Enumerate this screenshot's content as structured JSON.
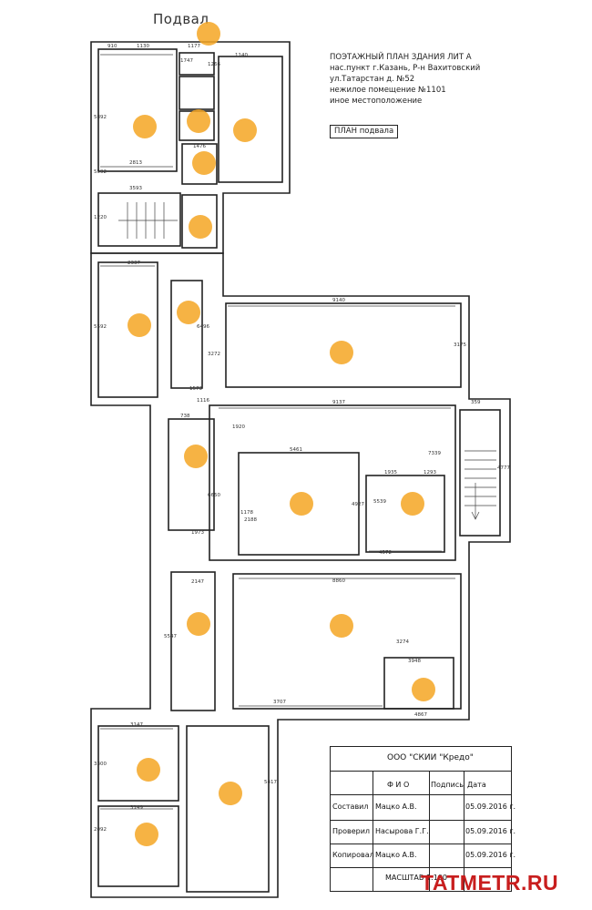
{
  "title": "Подвал",
  "header_block": {
    "lines": [
      "ПОЭТАЖНЫЙ ПЛАН ЗДАНИЯ ЛИТ А",
      "нас.пункт г.Казань, Р-н Вахитовский",
      "ул.Татарстан д. №52",
      "нежилое помещение №1101",
      "иное местоположение"
    ],
    "plan_label": "ПЛАН подвала"
  },
  "stamp": {
    "org": "ООО \"СКИИ \"Кредо\"",
    "col_fio": "Ф И О",
    "col_sign": "Подпись",
    "col_date": "Дата",
    "rows": [
      {
        "role": "Составил",
        "name": "Мацко А.В.",
        "date": "05.09.2016 г."
      },
      {
        "role": "Проверил",
        "name": "Насырова Г.Г.",
        "date": "05.09.2016 г."
      },
      {
        "role": "Копировал",
        "name": "Мацко А.В.",
        "date": "05.09.2016 г."
      }
    ],
    "scale": "МАСШТАБ 1:100"
  },
  "watermark": "TATMETR.RU",
  "dimensions": [
    "910",
    "1130",
    "1177",
    "1140",
    "1747",
    "1266",
    "5892",
    "5592",
    "2813",
    "1476",
    "3593",
    "1220",
    "2337",
    "5592",
    "9140",
    "3175",
    "9137",
    "1116",
    "1920",
    "359",
    "7339",
    "4777",
    "5461",
    "1935",
    "1293",
    "4927",
    "5539",
    "2188",
    "4572",
    "1178",
    "1973",
    "2147",
    "8860",
    "5547",
    "3274",
    "3948",
    "3707",
    "4867",
    "3147",
    "3149",
    "5417",
    "3300",
    "2092",
    "6650",
    "6496",
    "3272",
    "1573",
    "738"
  ],
  "colors": {
    "marker": "#f5a623",
    "line": "#222222",
    "watermark": "#c81e1e"
  }
}
